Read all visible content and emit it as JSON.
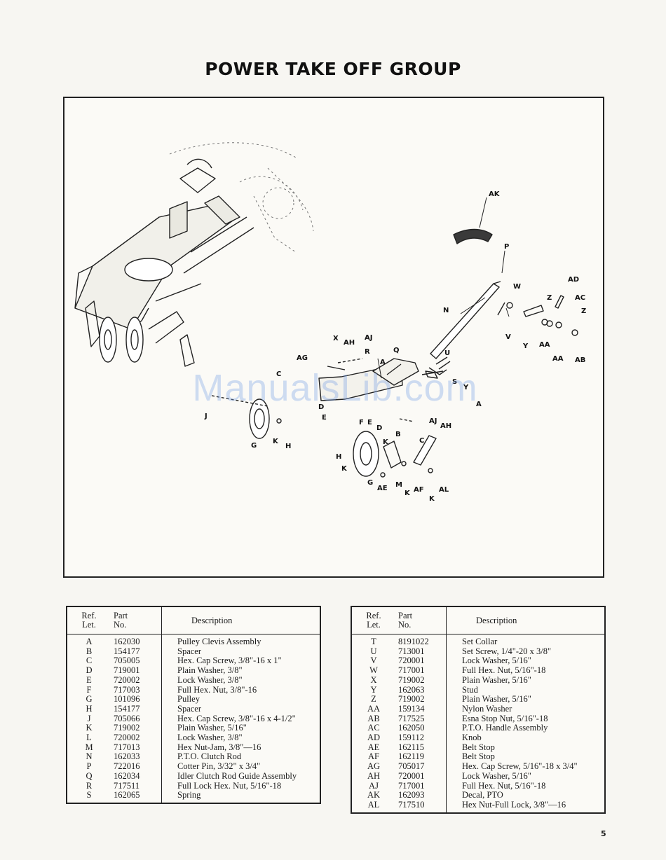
{
  "page": {
    "title": "POWER TAKE OFF GROUP",
    "page_number": "5",
    "watermark": "ManualsLib.com"
  },
  "diagram": {
    "callouts": [
      "AK",
      "P",
      "AD",
      "W",
      "Z",
      "AC",
      "N",
      "Z",
      "V",
      "Y",
      "AA",
      "AA",
      "AB",
      "X",
      "AH",
      "AJ",
      "R",
      "AG",
      "Q",
      "U",
      "A",
      "C",
      "S",
      "Y",
      "J",
      "A",
      "D",
      "E",
      "F",
      "E",
      "D",
      "AJ",
      "AH",
      "B",
      "C",
      "G",
      "K",
      "H",
      "K",
      "H",
      "K",
      "G",
      "AE",
      "M",
      "K",
      "AF",
      "AL",
      "K"
    ]
  },
  "table_left": {
    "headers": {
      "ref": "Ref.\nLet.",
      "no": "Part\nNo.",
      "desc": "Description"
    },
    "rows": [
      {
        "ref": "A",
        "no": "162030",
        "desc": "Pulley Clevis Assembly"
      },
      {
        "ref": "B",
        "no": "154177",
        "desc": "Spacer"
      },
      {
        "ref": "C",
        "no": "705005",
        "desc": "Hex. Cap Screw, 3/8\"-16 x 1\""
      },
      {
        "ref": "D",
        "no": "719001",
        "desc": "Plain Washer, 3/8\""
      },
      {
        "ref": "E",
        "no": "720002",
        "desc": "Lock Washer, 3/8\""
      },
      {
        "ref": "F",
        "no": "717003",
        "desc": "Full Hex. Nut, 3/8\"-16"
      },
      {
        "ref": "G",
        "no": "101096",
        "desc": "Pulley"
      },
      {
        "ref": "H",
        "no": "154177",
        "desc": "Spacer"
      },
      {
        "ref": "J",
        "no": "705066",
        "desc": "Hex. Cap Screw, 3/8\"-16 x 4-1/2\""
      },
      {
        "ref": "K",
        "no": "719002",
        "desc": "Plain Washer, 5/16\""
      },
      {
        "ref": "L",
        "no": "720002",
        "desc": "Lock Washer, 3/8\""
      },
      {
        "ref": "M",
        "no": "717013",
        "desc": "Hex Nut-Jam, 3/8\"—16"
      },
      {
        "ref": "N",
        "no": "162033",
        "desc": "P.T.O. Clutch Rod"
      },
      {
        "ref": "P",
        "no": "722016",
        "desc": "Cotter Pin, 3/32\" x 3/4\""
      },
      {
        "ref": "Q",
        "no": "162034",
        "desc": "Idler Clutch Rod Guide Assembly"
      },
      {
        "ref": "R",
        "no": "717511",
        "desc": "Full Lock Hex. Nut, 5/16\"-18"
      },
      {
        "ref": "S",
        "no": "162065",
        "desc": "Spring"
      }
    ]
  },
  "table_right": {
    "headers": {
      "ref": "Ref.\nLet.",
      "no": "Part\nNo.",
      "desc": "Description"
    },
    "rows": [
      {
        "ref": "T",
        "no": "8191022",
        "desc": "Set Collar"
      },
      {
        "ref": "U",
        "no": "713001",
        "desc": "Set Screw, 1/4\"-20 x 3/8\""
      },
      {
        "ref": "V",
        "no": "720001",
        "desc": "Lock Washer, 5/16\""
      },
      {
        "ref": "W",
        "no": "717001",
        "desc": "Full Hex. Nut, 5/16\"-18"
      },
      {
        "ref": "X",
        "no": "719002",
        "desc": "Plain Washer, 5/16\""
      },
      {
        "ref": "Y",
        "no": "162063",
        "desc": "Stud"
      },
      {
        "ref": "Z",
        "no": "719002",
        "desc": "Plain Washer, 5/16\""
      },
      {
        "ref": "AA",
        "no": "159134",
        "desc": "Nylon Washer"
      },
      {
        "ref": "AB",
        "no": "717525",
        "desc": "Esna Stop Nut, 5/16\"-18"
      },
      {
        "ref": "AC",
        "no": "162050",
        "desc": "P.T.O. Handle Assembly"
      },
      {
        "ref": "AD",
        "no": "159112",
        "desc": "Knob"
      },
      {
        "ref": "AE",
        "no": "162115",
        "desc": "Belt Stop"
      },
      {
        "ref": "AF",
        "no": "162119",
        "desc": "Belt Stop"
      },
      {
        "ref": "AG",
        "no": "705017",
        "desc": "Hex. Cap Screw, 5/16\"-18 x 3/4\""
      },
      {
        "ref": "AH",
        "no": "720001",
        "desc": "Lock Washer, 5/16\""
      },
      {
        "ref": "AJ",
        "no": "717001",
        "desc": "Full Hex. Nut, 5/16\"-18"
      },
      {
        "ref": "AK",
        "no": "162093",
        "desc": "Decal, PTO"
      },
      {
        "ref": "AL",
        "no": "717510",
        "desc": "Hex Nut-Full Lock, 3/8\"—16"
      }
    ]
  }
}
